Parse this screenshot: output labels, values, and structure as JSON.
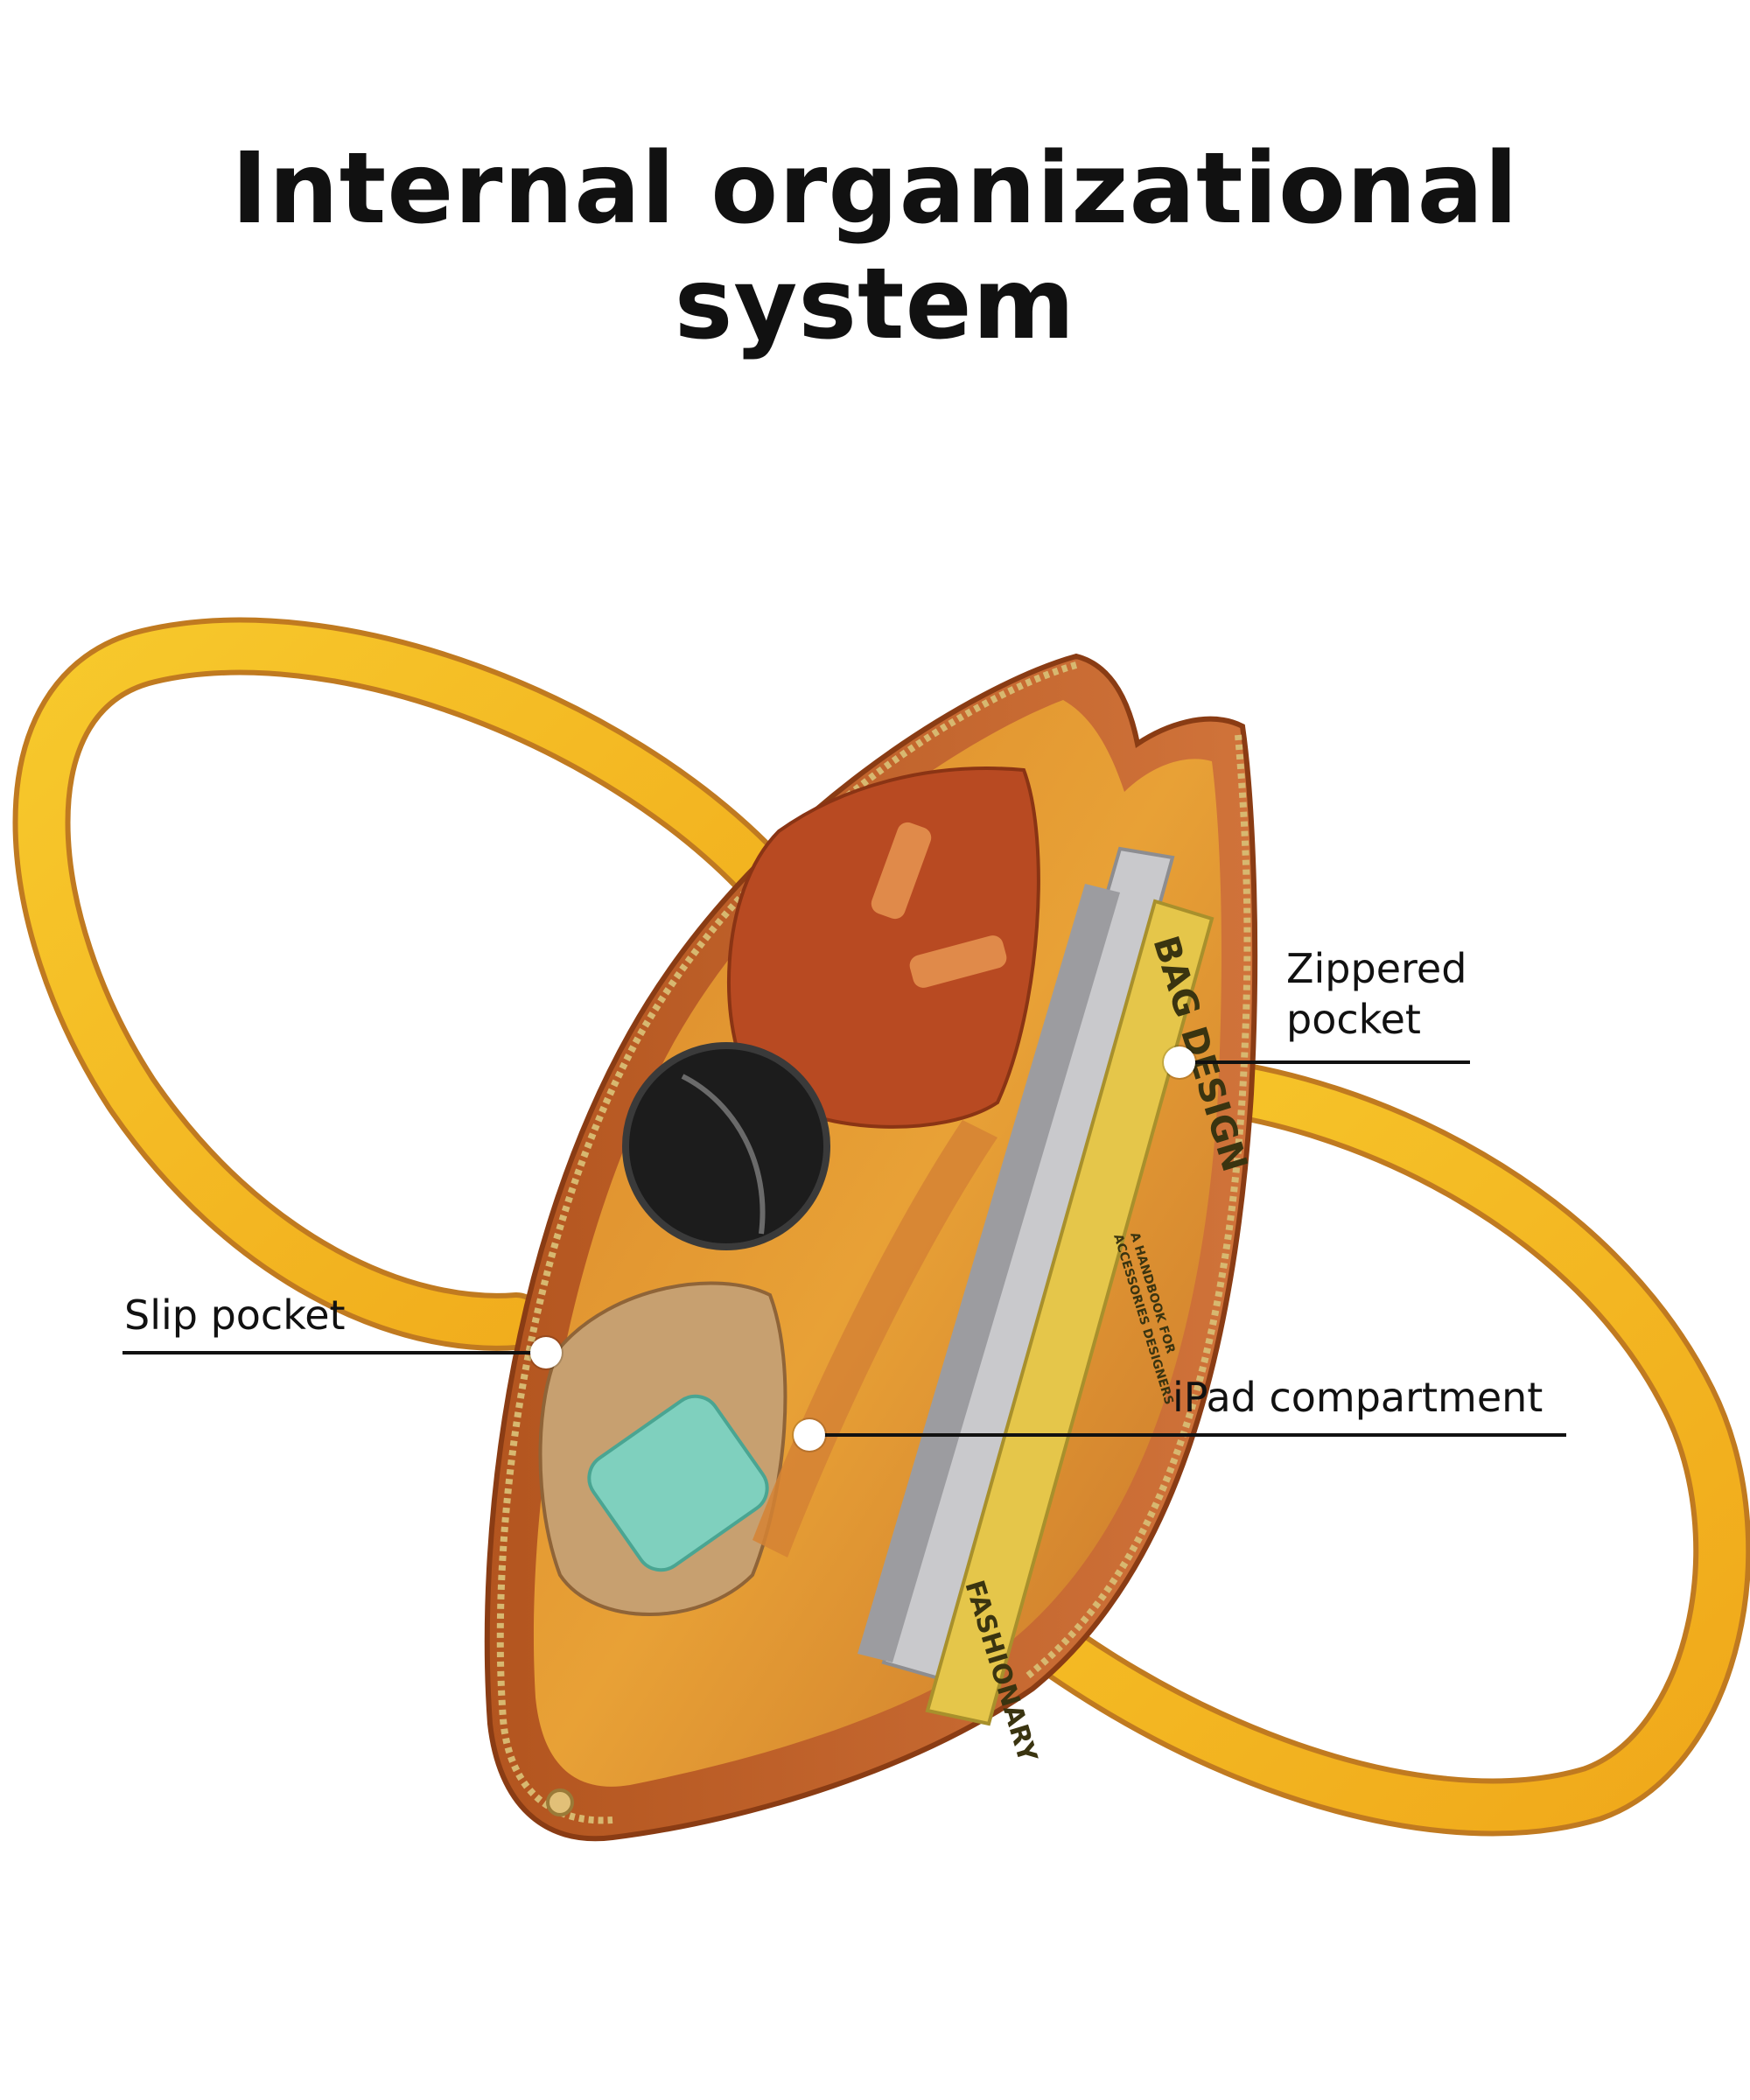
{
  "heading": {
    "line1": "Internal organizational",
    "line2": "system"
  },
  "callouts": {
    "zippered_pocket": {
      "line1": "Zippered",
      "line2": "pocket"
    },
    "slip_pocket": "Slip pocket",
    "ipad_compartment": "iPad compartment"
  },
  "book": {
    "title": "BAG DESIGN",
    "subtitle_line1": "A HANDBOOK FOR",
    "subtitle_line2": "ACCESSORIES DESIGNERS",
    "spine_text": "FASHIONARY"
  },
  "colors": {
    "strap": "#f2b51c",
    "strap_edge": "#c07a20",
    "bag_leather": "#c4652c",
    "bag_lining": "#e0962f",
    "pouch": "#b84a22",
    "book": "#e5c64a"
  }
}
